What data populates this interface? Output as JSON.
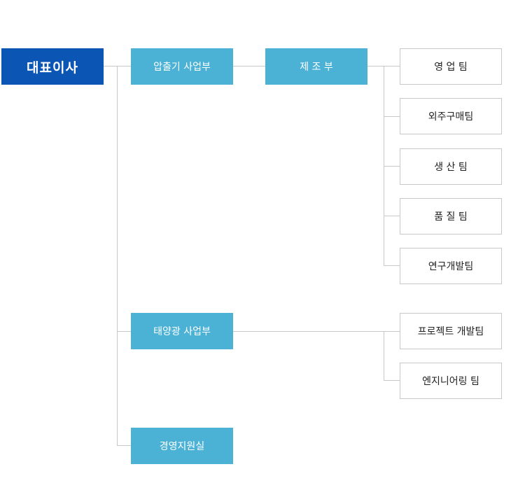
{
  "ceo": {
    "label": "대표이사"
  },
  "divisions": {
    "extrusion": {
      "label": "압출기 사업부"
    },
    "manufacturing": {
      "label": "제 조 부"
    },
    "solar": {
      "label": "태양광 사업부"
    },
    "management": {
      "label": "경영지원실"
    }
  },
  "teams": {
    "sales": {
      "label": "영 업 팀"
    },
    "outsourcing": {
      "label": "외주구매팀"
    },
    "production": {
      "label": "생 산 팀"
    },
    "quality": {
      "label": "품 질 팀"
    },
    "rnd": {
      "label": "연구개발팀"
    },
    "project_dev": {
      "label": "프로젝트 개발팀"
    },
    "engineering": {
      "label": "엔지니어링 팀"
    }
  },
  "colors": {
    "ceo": "#0b55b4",
    "division": "#4bb2d6",
    "team_border": "#c8c8c8",
    "connector": "#c8c8c8"
  }
}
